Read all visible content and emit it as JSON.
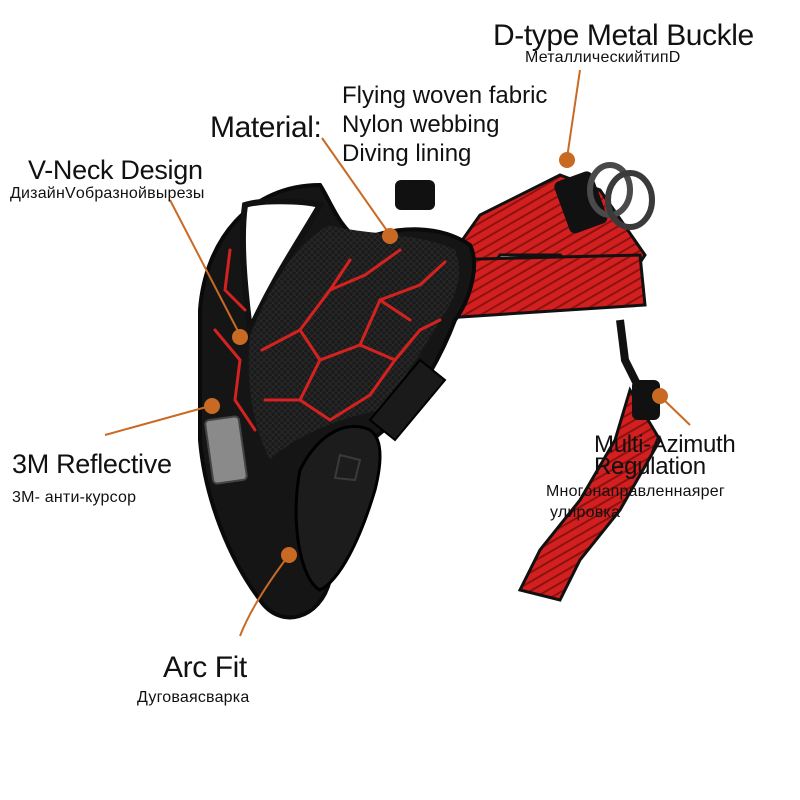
{
  "colors": {
    "callout": "#c96a24",
    "harness_black": "#121212",
    "harness_red": "#d01e1e",
    "metal": "#4a4a4a"
  },
  "callouts": {
    "d_buckle": {
      "title": "D-type Metal Buckle",
      "subtitle": "МеталлическийтипD"
    },
    "material": {
      "title": "Material:",
      "items": [
        "Flying woven fabric",
        "Nylon webbing",
        "Diving lining"
      ]
    },
    "v_neck": {
      "title": "V-Neck Design",
      "subtitle": "ДизайнVобразнойвырезы"
    },
    "reflective": {
      "title": "3M Reflective",
      "subtitle": "3M- анти-курсор"
    },
    "multi_azimuth": {
      "title_line1": "Multi-Azimuth",
      "title_line2": "Regulation",
      "subtitle_line1": "Многонаправленнаярег",
      "subtitle_line2": "улировка"
    },
    "arc_fit": {
      "title": "Arc Fit",
      "subtitle": "Дуговаясварка"
    }
  }
}
